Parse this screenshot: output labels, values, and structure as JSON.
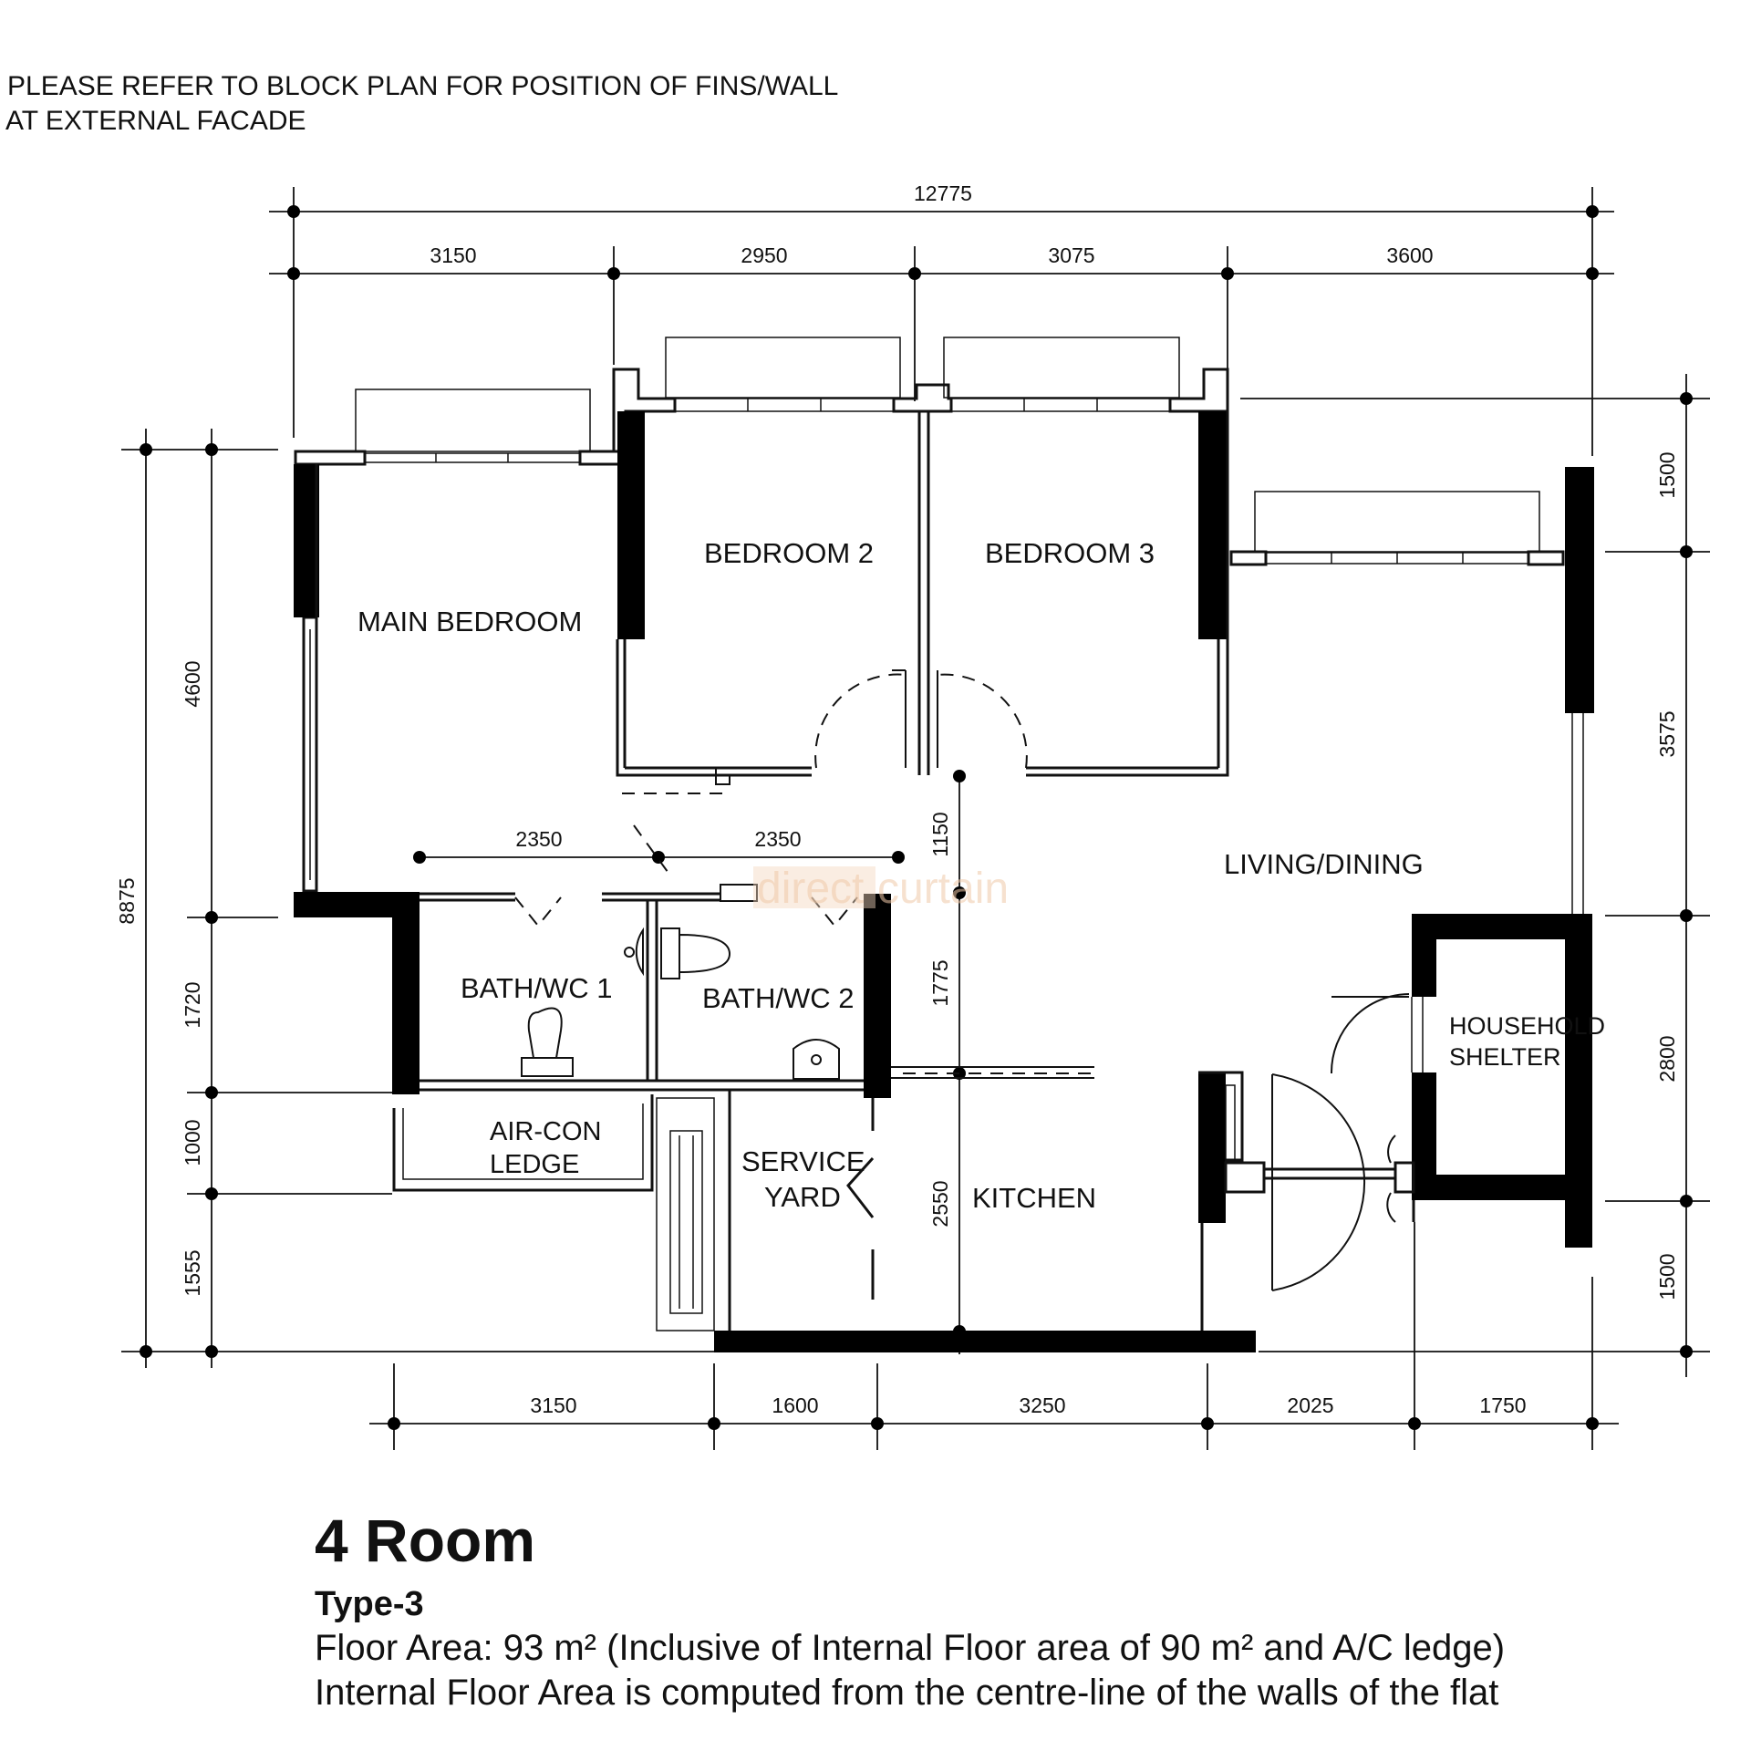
{
  "note": {
    "line1": "PLEASE REFER TO BLOCK PLAN FOR POSITION  OF FINS/WALL",
    "line2": "AT EXTERNAL FACADE"
  },
  "dimensions": {
    "top_total": "12775",
    "top": [
      "3150",
      "2950",
      "3075",
      "3600"
    ],
    "bottom": [
      "3150",
      "1600",
      "3250",
      "2025",
      "1750"
    ],
    "left_total": "8875",
    "left": [
      "4600",
      "1720",
      "1000",
      "1555"
    ],
    "right": [
      "1500",
      "3575",
      "2800",
      "1500"
    ],
    "inner_horizontal": [
      "2350",
      "2350"
    ],
    "inner_vertical": [
      "1150",
      "1775",
      "2550"
    ]
  },
  "rooms": {
    "main_bedroom": "MAIN BEDROOM",
    "bedroom2": "BEDROOM 2",
    "bedroom3": "BEDROOM 3",
    "living_dining": "LIVING/DINING",
    "bath1": "BATH/WC 1",
    "bath2": "BATH/WC 2",
    "household1": "HOUSEHOLD",
    "shelter": "SHELTER",
    "aircon1": "AIR-CON",
    "ledge": "LEDGE",
    "service": "SERVICE",
    "yard": "YARD",
    "kitchen": "KITCHEN"
  },
  "watermark": {
    "part1": "direct",
    "part2": "curtain"
  },
  "caption": {
    "title": "4 Room",
    "type": "Type-3",
    "line1": "Floor Area: 93 m² (Inclusive of Internal Floor area of 90 m² and A/C ledge)",
    "line2": "Internal Floor Area is computed from the centre-line of the walls of the flat"
  }
}
